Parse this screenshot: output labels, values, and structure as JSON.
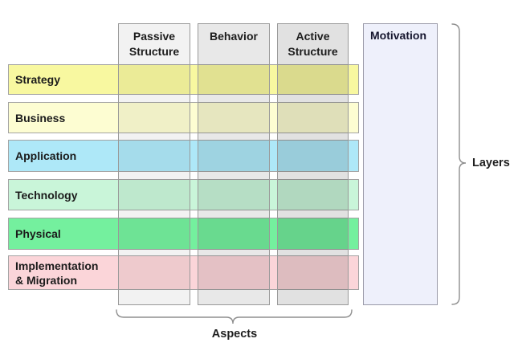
{
  "diagram_title": "Layers and Aspects framework grid",
  "aspect_columns": [
    {
      "label": "Passive\nStructure",
      "overlay_color": "rgba(0,0,0,0.051)"
    },
    {
      "label": "Behavior",
      "overlay_color": "rgba(0,0,0,0.09)"
    },
    {
      "label": "Active\nStructure",
      "overlay_color": "rgba(0,0,0,0.118)"
    }
  ],
  "motivation": {
    "label": "Motivation",
    "fill_color": "#eef0fb"
  },
  "layers": [
    {
      "label": "Strategy",
      "color": "#f8f8a0"
    },
    {
      "label": "Business",
      "color": "#fdfdd2"
    },
    {
      "label": "Application",
      "color": "#aee8f8"
    },
    {
      "label": "Technology",
      "color": "#c9f5d9"
    },
    {
      "label": "Physical",
      "color": "#74f09e"
    },
    {
      "label": "Implementation\n& Migration",
      "color": "#fbd5d9"
    }
  ],
  "brackets": {
    "right_label": "Layers",
    "bottom_label": "Aspects"
  }
}
